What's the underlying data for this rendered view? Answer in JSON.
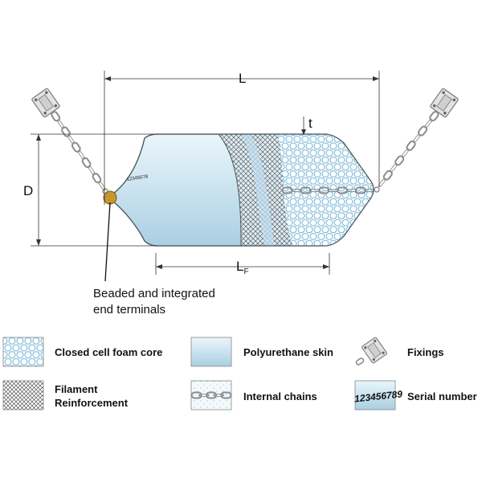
{
  "diagram": {
    "dimensions": {
      "length": "L",
      "diameter": "D",
      "thickness": "t",
      "foam_length_main": "L",
      "foam_length_sub": "F"
    },
    "callout": {
      "line1": "Beaded and integrated",
      "line2": "end terminals"
    },
    "serial_on_body": "12345678"
  },
  "legend": {
    "foam": "Closed cell foam core",
    "skin": "Polyurethane skin",
    "fixings": "Fixings",
    "filament_line1": "Filament",
    "filament_line2": "Reinforcement",
    "chains": "Internal chains",
    "serial_label": "Serial number",
    "serial_sample": "123456789"
  },
  "colors": {
    "skin": "#cfe6f1",
    "foam_circle": "#6fb3d6",
    "terminal": "#c9952e",
    "chain": "#9a9a9a"
  }
}
